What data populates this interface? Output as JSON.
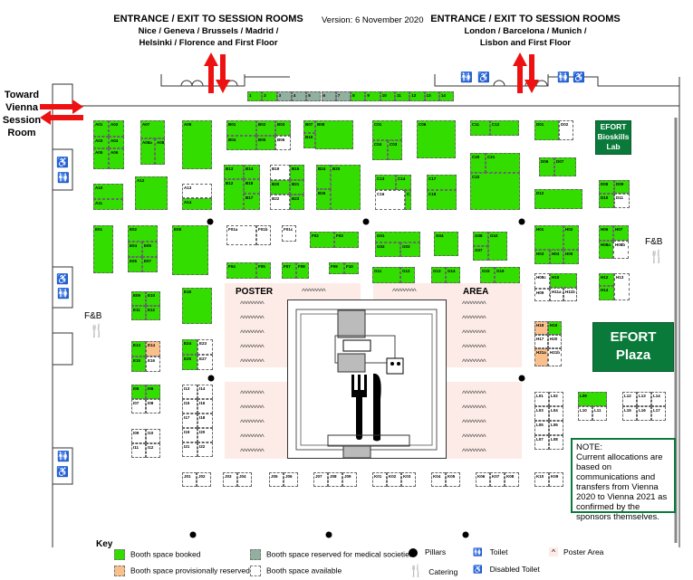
{
  "header": {
    "left_entrance": {
      "title": "ENTRANCE / EXIT TO SESSION ROOMS",
      "line1": "Nice / Geneva / Brussels / Madrid /",
      "line2": "Helsinki / Florence and First Floor"
    },
    "version": "Version: 6 November 2020",
    "right_entrance": {
      "title": "ENTRANCE / EXIT TO SESSION ROOMS",
      "line1": "London / Barcelona / Munich /",
      "line2": "Lisbon and First Floor"
    }
  },
  "toward_vienna": {
    "line1": "Toward",
    "line2": "Vienna",
    "line3": "Session",
    "line4": "Room"
  },
  "labels": {
    "bioskills": [
      "EFORT",
      "Bioskills",
      "Lab"
    ],
    "plaza": [
      "EFORT",
      "Plaza"
    ],
    "poster": "POSTER",
    "area": "AREA",
    "fb_left": "F&B",
    "fb_right": "F&B"
  },
  "note": {
    "title": "NOTE:",
    "text": "Current allocations are based on communications and transfers from Vienna 2020 to Vienna 2021 as confirmed by the sponsors themselves."
  },
  "colors": {
    "booked": "#33dd00",
    "provisional": "#f9c08c",
    "medical": "#92b0a0",
    "available": "#ffffff",
    "accent": "#0a7a3a",
    "arrow": "#ee1111",
    "poster": "#fcebe6"
  },
  "key": {
    "title": "Key",
    "booked": "Booth space booked",
    "provisional": "Booth space provisionally reserved",
    "medical": "Booth space reserved for medical societies",
    "available": "Booth space available",
    "pillars": "Pillars",
    "catering": "Catering",
    "toilet": "Toilet",
    "disabled_toilet": "Disabled Toilet",
    "poster_area": "Poster Area"
  },
  "booths": [
    {
      "id": "1",
      "s": "b"
    },
    {
      "id": "2",
      "s": "b"
    },
    {
      "id": "3",
      "s": "m"
    },
    {
      "id": "4",
      "s": "m"
    },
    {
      "id": "5",
      "s": "m"
    },
    {
      "id": "6",
      "s": "m"
    },
    {
      "id": "7",
      "s": "m"
    },
    {
      "id": "8",
      "s": "b"
    },
    {
      "id": "9",
      "s": "b"
    },
    {
      "id": "10",
      "s": "b"
    },
    {
      "id": "11",
      "s": "b"
    },
    {
      "id": "12",
      "s": "b"
    },
    {
      "id": "13",
      "s": "b"
    },
    {
      "id": "14",
      "s": "b"
    },
    {
      "id": "A01",
      "s": "b"
    },
    {
      "id": "A02",
      "s": "b"
    },
    {
      "id": "A03",
      "s": "b"
    },
    {
      "id": "A04",
      "s": "b"
    },
    {
      "id": "A05",
      "s": "b"
    },
    {
      "id": "A06",
      "s": "b"
    },
    {
      "id": "A07",
      "s": "b"
    },
    {
      "id": "A08a",
      "s": "b"
    },
    {
      "id": "A08b",
      "s": "b"
    },
    {
      "id": "A09",
      "s": "b"
    },
    {
      "id": "B01",
      "s": "b"
    },
    {
      "id": "B02",
      "s": "b"
    },
    {
      "id": "B03",
      "s": "b"
    },
    {
      "id": "B04",
      "s": "b"
    },
    {
      "id": "B05",
      "s": "b"
    },
    {
      "id": "B06",
      "s": "a"
    },
    {
      "id": "B07",
      "s": "b"
    },
    {
      "id": "B10",
      "s": "b"
    },
    {
      "id": "B08",
      "s": "b"
    },
    {
      "id": "C01",
      "s": "b"
    },
    {
      "id": "C04",
      "s": "b"
    },
    {
      "id": "C03",
      "s": "b"
    },
    {
      "id": "C06",
      "s": "b"
    },
    {
      "id": "C11",
      "s": "b"
    },
    {
      "id": "C12",
      "s": "b"
    },
    {
      "id": "D01",
      "s": "b"
    },
    {
      "id": "D02",
      "s": "a"
    },
    {
      "id": "A10",
      "s": "b"
    },
    {
      "id": "A11",
      "s": "b"
    },
    {
      "id": "A12",
      "s": "b"
    },
    {
      "id": "A13",
      "s": "a"
    },
    {
      "id": "A14",
      "s": "b"
    },
    {
      "id": "B13",
      "s": "b"
    },
    {
      "id": "B14",
      "s": "b"
    },
    {
      "id": "B12",
      "s": "b"
    },
    {
      "id": "B18",
      "s": "b"
    },
    {
      "id": "B17",
      "s": "b"
    },
    {
      "id": "B19",
      "s": "a"
    },
    {
      "id": "B15",
      "s": "b"
    },
    {
      "id": "B20",
      "s": "b"
    },
    {
      "id": "B21",
      "s": "b"
    },
    {
      "id": "B22",
      "s": "a"
    },
    {
      "id": "B23",
      "s": "b"
    },
    {
      "id": "B24",
      "s": "b"
    },
    {
      "id": "B25",
      "s": "b"
    },
    {
      "id": "B26",
      "s": "b"
    },
    {
      "id": "C13",
      "s": "b"
    },
    {
      "id": "C14",
      "s": "b"
    },
    {
      "id": "C16",
      "s": "a"
    },
    {
      "id": "C15",
      "s": "b"
    },
    {
      "id": "C17",
      "s": "b"
    },
    {
      "id": "C18",
      "s": "b"
    },
    {
      "id": "C20",
      "s": "b"
    },
    {
      "id": "C21",
      "s": "b"
    },
    {
      "id": "C22",
      "s": "b"
    },
    {
      "id": "D06",
      "s": "b"
    },
    {
      "id": "D07",
      "s": "b"
    },
    {
      "id": "D12",
      "s": "b"
    },
    {
      "id": "D08",
      "s": "b"
    },
    {
      "id": "D09",
      "s": "b"
    },
    {
      "id": "D10",
      "s": "b"
    },
    {
      "id": "D11",
      "s": "a"
    },
    {
      "id": "E01",
      "s": "b"
    },
    {
      "id": "E02",
      "s": "b"
    },
    {
      "id": "E04",
      "s": "b"
    },
    {
      "id": "E05",
      "s": "b"
    },
    {
      "id": "E06",
      "s": "b"
    },
    {
      "id": "E07",
      "s": "b"
    },
    {
      "id": "E08",
      "s": "b"
    },
    {
      "id": "F01a",
      "s": "a"
    },
    {
      "id": "F01b",
      "s": "a"
    },
    {
      "id": "F01c",
      "s": "a"
    },
    {
      "id": "F02",
      "s": "b"
    },
    {
      "id": "F03",
      "s": "b"
    },
    {
      "id": "G01",
      "s": "b"
    },
    {
      "id": "G02",
      "s": "b"
    },
    {
      "id": "G03",
      "s": "b"
    },
    {
      "id": "G04",
      "s": "b"
    },
    {
      "id": "G08",
      "s": "b"
    },
    {
      "id": "G07",
      "s": "b"
    },
    {
      "id": "G10",
      "s": "b"
    },
    {
      "id": "H01",
      "s": "b"
    },
    {
      "id": "H02",
      "s": "b"
    },
    {
      "id": "H03",
      "s": "b"
    },
    {
      "id": "H04",
      "s": "b"
    },
    {
      "id": "H05",
      "s": "b"
    },
    {
      "id": "H06",
      "s": "b"
    },
    {
      "id": "H07",
      "s": "b"
    },
    {
      "id": "H08a",
      "s": "b"
    },
    {
      "id": "H08b",
      "s": "a"
    },
    {
      "id": "F04",
      "s": "b"
    },
    {
      "id": "F05",
      "s": "b"
    },
    {
      "id": "F07",
      "s": "b"
    },
    {
      "id": "F08",
      "s": "b"
    },
    {
      "id": "F09",
      "s": "b"
    },
    {
      "id": "F10",
      "s": "b"
    },
    {
      "id": "G11",
      "s": "b"
    },
    {
      "id": "G12",
      "s": "b"
    },
    {
      "id": "G13",
      "s": "b"
    },
    {
      "id": "G14",
      "s": "b"
    },
    {
      "id": "G15",
      "s": "b"
    },
    {
      "id": "G16",
      "s": "b"
    },
    {
      "id": "H08c",
      "s": "a"
    },
    {
      "id": "H09",
      "s": "a"
    },
    {
      "id": "H10",
      "s": "b"
    },
    {
      "id": "H11a",
      "s": "a"
    },
    {
      "id": "H11b",
      "s": "a"
    },
    {
      "id": "H12",
      "s": "b"
    },
    {
      "id": "H13",
      "s": "a"
    },
    {
      "id": "H14",
      "s": "b"
    },
    {
      "id": "E09",
      "s": "b"
    },
    {
      "id": "E10",
      "s": "b"
    },
    {
      "id": "E11",
      "s": "b"
    },
    {
      "id": "E12",
      "s": "b"
    },
    {
      "id": "E18",
      "s": "b"
    },
    {
      "id": "E13",
      "s": "b"
    },
    {
      "id": "E14",
      "s": "p"
    },
    {
      "id": "E15",
      "s": "b"
    },
    {
      "id": "E16",
      "s": "a"
    },
    {
      "id": "E24",
      "s": "b"
    },
    {
      "id": "E23",
      "s": "a"
    },
    {
      "id": "E25",
      "s": "b"
    },
    {
      "id": "E27",
      "s": "a"
    },
    {
      "id": "H18",
      "s": "p"
    },
    {
      "id": "H19",
      "s": "b"
    },
    {
      "id": "H17",
      "s": "a"
    },
    {
      "id": "H20",
      "s": "a"
    },
    {
      "id": "H21a",
      "s": "p"
    },
    {
      "id": "H21b",
      "s": "a"
    },
    {
      "id": "I05",
      "s": "b"
    },
    {
      "id": "I06",
      "s": "b"
    },
    {
      "id": "I07",
      "s": "a"
    },
    {
      "id": "I08",
      "s": "a"
    },
    {
      "id": "I09",
      "s": "a"
    },
    {
      "id": "I10",
      "s": "a"
    },
    {
      "id": "I11",
      "s": "a"
    },
    {
      "id": "I12",
      "s": "a"
    },
    {
      "id": "I13",
      "s": "a"
    },
    {
      "id": "I14",
      "s": "a"
    },
    {
      "id": "I15",
      "s": "a"
    },
    {
      "id": "I16",
      "s": "a"
    },
    {
      "id": "I17",
      "s": "a"
    },
    {
      "id": "I18",
      "s": "a"
    },
    {
      "id": "I19",
      "s": "a"
    },
    {
      "id": "I20",
      "s": "a"
    },
    {
      "id": "I21",
      "s": "a"
    },
    {
      "id": "I22",
      "s": "a"
    },
    {
      "id": "L01",
      "s": "a"
    },
    {
      "id": "L02",
      "s": "a"
    },
    {
      "id": "L03",
      "s": "a"
    },
    {
      "id": "L04",
      "s": "a"
    },
    {
      "id": "L05",
      "s": "a"
    },
    {
      "id": "L06",
      "s": "a"
    },
    {
      "id": "L07",
      "s": "a"
    },
    {
      "id": "L08",
      "s": "a"
    },
    {
      "id": "L09",
      "s": "b"
    },
    {
      "id": "L10",
      "s": "a"
    },
    {
      "id": "L11",
      "s": "a"
    },
    {
      "id": "L12",
      "s": "a"
    },
    {
      "id": "L13",
      "s": "a"
    },
    {
      "id": "L14",
      "s": "a"
    },
    {
      "id": "L15",
      "s": "a"
    },
    {
      "id": "L16",
      "s": "a"
    },
    {
      "id": "L17",
      "s": "a"
    },
    {
      "id": "K10",
      "s": "a"
    },
    {
      "id": "K09",
      "s": "a"
    },
    {
      "id": "J01",
      "s": "a"
    },
    {
      "id": "J02",
      "s": "a"
    },
    {
      "id": "J03",
      "s": "a"
    },
    {
      "id": "J04",
      "s": "a"
    },
    {
      "id": "J05",
      "s": "a"
    },
    {
      "id": "J06",
      "s": "a"
    },
    {
      "id": "J07",
      "s": "a"
    },
    {
      "id": "J08",
      "s": "a"
    },
    {
      "id": "J09",
      "s": "a"
    },
    {
      "id": "K01",
      "s": "a"
    },
    {
      "id": "K02",
      "s": "a"
    },
    {
      "id": "K03",
      "s": "a"
    },
    {
      "id": "K04",
      "s": "a"
    },
    {
      "id": "K05",
      "s": "a"
    },
    {
      "id": "K06",
      "s": "a"
    },
    {
      "id": "K07",
      "s": "a"
    },
    {
      "id": "K08",
      "s": "a"
    }
  ]
}
